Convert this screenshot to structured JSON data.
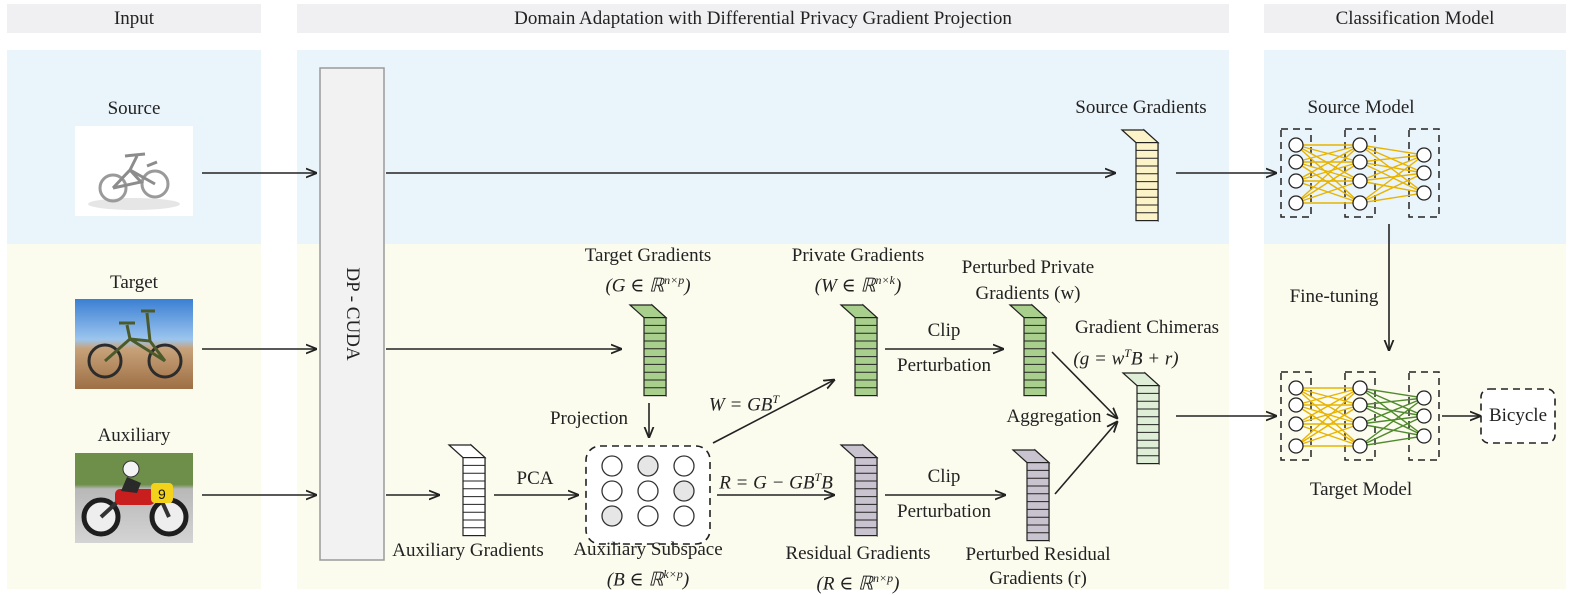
{
  "headers": {
    "input": "Input",
    "domain_adaptation": "Domain Adaptation with Differential Privacy Gradient Projection",
    "classification": "Classification Model"
  },
  "inputs": {
    "source": "Source",
    "target": "Target",
    "auxiliary": "Auxiliary"
  },
  "dp_cuda_label": "DP - CUDA",
  "labels": {
    "source_gradients": "Source Gradients",
    "target_gradients_line1": "Target Gradients",
    "target_gradients_line2": "(G ∈ ℝ",
    "target_gradients_sup": "n×p",
    "private_gradients_line1": "Private Gradients",
    "private_gradients_line2": "(W ∈ ℝ",
    "private_gradients_sup": "n×k",
    "perturbed_private_line1": "Perturbed Private",
    "perturbed_private_line2": "Gradients (w)",
    "gradient_chimeras_line1": "Gradient Chimeras",
    "gradient_chimeras_line2": "(g = w",
    "gradient_chimeras_sup": "T",
    "gradient_chimeras_tail": "B + r)",
    "aggregation": "Aggregation",
    "projection": "Projection",
    "w_eq": "W = GB",
    "w_eq_sup": "T",
    "r_eq": "R = G − GB",
    "r_eq_sup": "T",
    "r_eq_tail": "B",
    "clip_top": "Clip",
    "perturbation_top": "Perturbation",
    "clip_bottom": "Clip",
    "perturbation_bottom": "Perturbation",
    "pca": "PCA",
    "auxiliary_gradients": "Auxiliary Gradients",
    "auxiliary_subspace_line1": "Auxiliary Subspace",
    "auxiliary_subspace_line2": "(B ∈ ℝ",
    "auxiliary_subspace_sup": "k×p",
    "residual_gradients_line1": "Residual Gradients",
    "residual_gradients_line2": "(R ∈ ℝ",
    "residual_gradients_sup": "n×p",
    "perturbed_residual_line1": "Perturbed Residual",
    "perturbed_residual_line2": "Gradients (r)",
    "source_model": "Source Model",
    "fine_tuning": "Fine-tuning",
    "target_model": "Target Model",
    "bicycle": "Bicycle"
  },
  "colors": {
    "source_panel": "#eaf4fb",
    "target_panel": "#fbfbee",
    "source_gradient": "#fdf3c8",
    "target_gradient": "#a8cf8c",
    "auxiliary_gradient": "#ffffff",
    "residual_gradient": "#c9c3cf",
    "chimera_gradient": "#dfeed6",
    "source_edges": "#e8b400",
    "target_edges": "#4f8a2c"
  }
}
